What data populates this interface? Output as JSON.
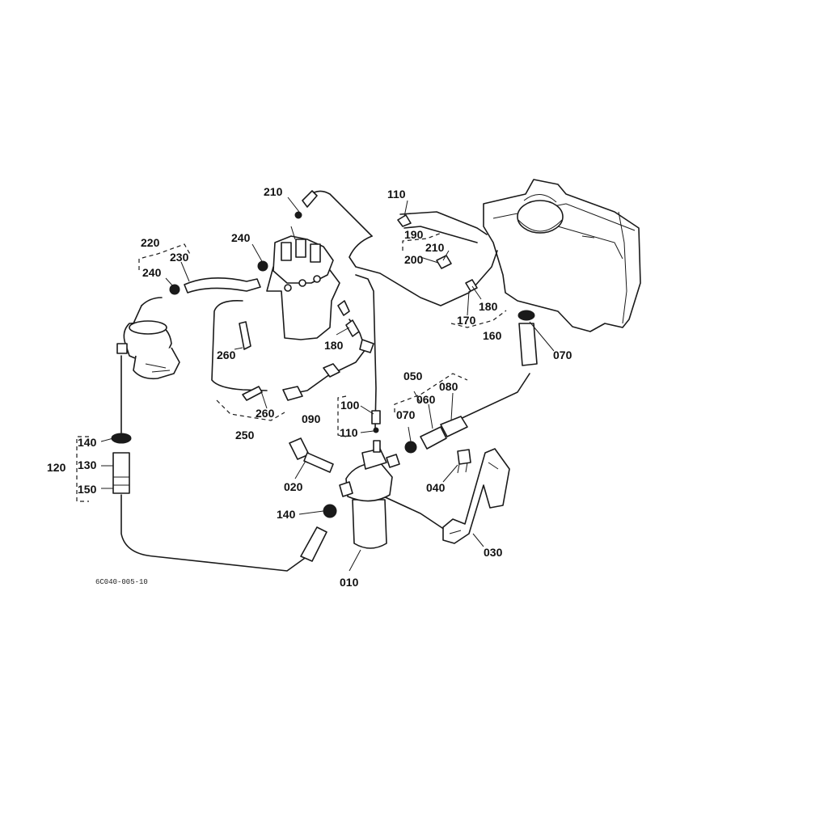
{
  "diagram": {
    "drawing_code": "6C040-005-10",
    "callouts": {
      "c010": "010",
      "c020": "020",
      "c030": "030",
      "c040": "040",
      "c050": "050",
      "c060": "060",
      "c070a": "070",
      "c070b": "070",
      "c080": "080",
      "c090": "090",
      "c100": "100",
      "c110a": "110",
      "c110b": "110",
      "c120": "120",
      "c130": "130",
      "c140a": "140",
      "c140b": "140",
      "c150": "150",
      "c160": "160",
      "c170": "170",
      "c180a": "180",
      "c180b": "180",
      "c190": "190",
      "c200": "200",
      "c210a": "210",
      "c210b": "210",
      "c220": "220",
      "c230": "230",
      "c240a": "240",
      "c240b": "240",
      "c250": "250",
      "c260a": "260",
      "c260b": "260"
    }
  }
}
